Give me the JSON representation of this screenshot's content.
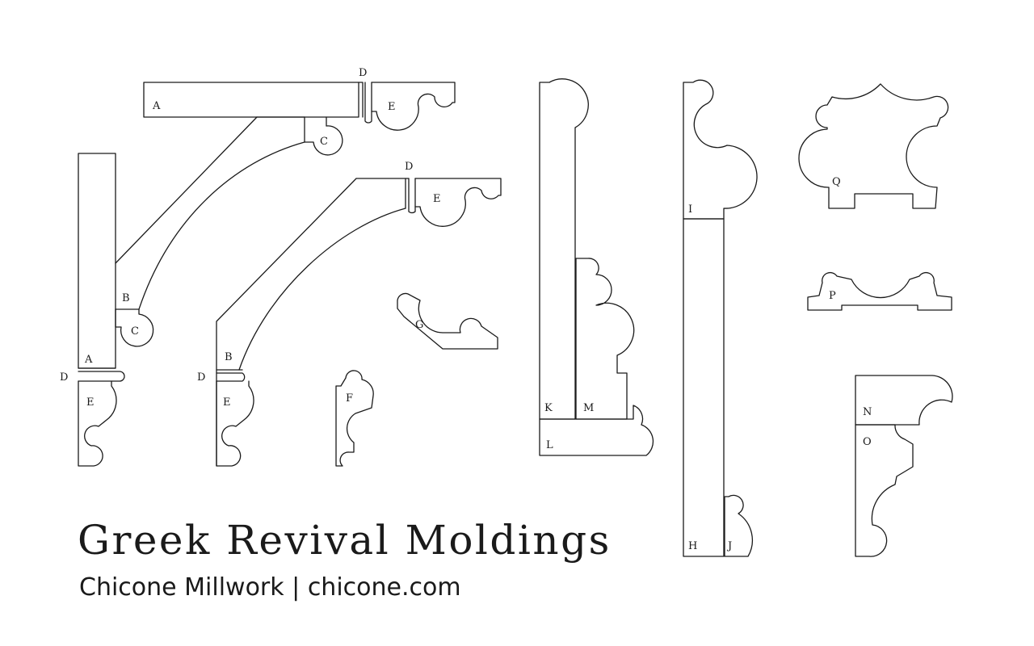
{
  "title": "Greek Revival Moldings",
  "subtitle": "Chicone Millwork | chicone.com",
  "labels": {
    "A": "A",
    "B": "B",
    "C": "C",
    "D": "D",
    "E": "E",
    "F": "F",
    "G": "G",
    "H": "H",
    "I": "I",
    "J": "J",
    "K": "K",
    "L": "L",
    "M": "M",
    "N": "N",
    "O": "O",
    "P": "P",
    "Q": "Q"
  },
  "colors": {
    "line": "#1a1a1a",
    "background": "#ffffff"
  }
}
